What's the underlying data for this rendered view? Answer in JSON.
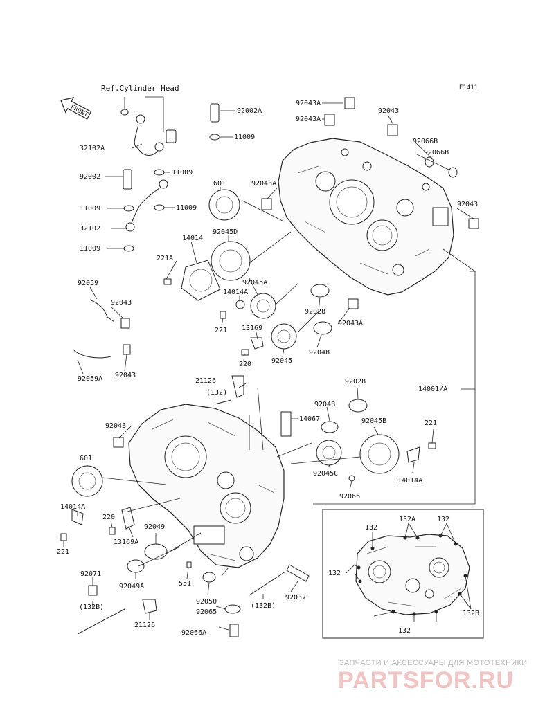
{
  "header": {
    "ref_label": "Ref.Cylinder Head",
    "code": "E1411",
    "front_label": "FRONT"
  },
  "callouts": [
    {
      "id": "c1",
      "text": "92002A"
    },
    {
      "id": "c2",
      "text": "11009"
    },
    {
      "id": "c3",
      "text": "32102A"
    },
    {
      "id": "c4",
      "text": "11009"
    },
    {
      "id": "c5",
      "text": "92002"
    },
    {
      "id": "c6",
      "text": "11009"
    },
    {
      "id": "c7",
      "text": "11009"
    },
    {
      "id": "c8",
      "text": "32102"
    },
    {
      "id": "c9",
      "text": "11009"
    },
    {
      "id": "c10",
      "text": "601"
    },
    {
      "id": "c11",
      "text": "92043A"
    },
    {
      "id": "c12",
      "text": "92043A"
    },
    {
      "id": "c13",
      "text": "92043A"
    },
    {
      "id": "c14",
      "text": "92043"
    },
    {
      "id": "c15",
      "text": "92066B"
    },
    {
      "id": "c16",
      "text": "92066B"
    },
    {
      "id": "c17",
      "text": "92043"
    },
    {
      "id": "c18",
      "text": "14014"
    },
    {
      "id": "c19",
      "text": "92045D"
    },
    {
      "id": "c20",
      "text": "221A"
    },
    {
      "id": "c21",
      "text": "92045A"
    },
    {
      "id": "c22",
      "text": "14014A"
    },
    {
      "id": "c23",
      "text": "92059"
    },
    {
      "id": "c24",
      "text": "92043"
    },
    {
      "id": "c25",
      "text": "92028"
    },
    {
      "id": "c26",
      "text": "92043A"
    },
    {
      "id": "c27",
      "text": "221"
    },
    {
      "id": "c28",
      "text": "13169"
    },
    {
      "id": "c29",
      "text": "92048"
    },
    {
      "id": "c30",
      "text": "220"
    },
    {
      "id": "c31",
      "text": "92045"
    },
    {
      "id": "c32",
      "text": "92059A"
    },
    {
      "id": "c33",
      "text": "92043"
    },
    {
      "id": "c34",
      "text": "21126"
    },
    {
      "id": "c35",
      "text": "(132)"
    },
    {
      "id": "c36",
      "text": "92028"
    },
    {
      "id": "c37",
      "text": "14001/A"
    },
    {
      "id": "c38",
      "text": "9204B"
    },
    {
      "id": "c39",
      "text": "14067"
    },
    {
      "id": "c40",
      "text": "92043"
    },
    {
      "id": "c41",
      "text": "92045B"
    },
    {
      "id": "c42",
      "text": "221"
    },
    {
      "id": "c43",
      "text": "601"
    },
    {
      "id": "c44",
      "text": "92045C"
    },
    {
      "id": "c45",
      "text": "14014A"
    },
    {
      "id": "c46",
      "text": "92066"
    },
    {
      "id": "c47",
      "text": "14014A"
    },
    {
      "id": "c48",
      "text": "220"
    },
    {
      "id": "c49",
      "text": "92049"
    },
    {
      "id": "c50",
      "text": "221"
    },
    {
      "id": "c51",
      "text": "13169A"
    },
    {
      "id": "c52",
      "text": "92071"
    },
    {
      "id": "c53",
      "text": "551"
    },
    {
      "id": "c54",
      "text": "92049A"
    },
    {
      "id": "c55",
      "text": "92050"
    },
    {
      "id": "c56",
      "text": "92037"
    },
    {
      "id": "c57",
      "text": "(132B)"
    },
    {
      "id": "c58",
      "text": "92065"
    },
    {
      "id": "c59",
      "text": "(132B)"
    },
    {
      "id": "c60",
      "text": "21126"
    },
    {
      "id": "c61",
      "text": "92066A"
    }
  ],
  "inset": {
    "labels": [
      "132",
      "132A",
      "132",
      "132",
      "132B",
      "132"
    ]
  },
  "watermark": {
    "tagline": "ЗАПЧАСТИ И АКСЕССУАРЫ ДЛЯ МОТОТЕХНИКИ",
    "logo": "PARTSFOR.RU"
  }
}
